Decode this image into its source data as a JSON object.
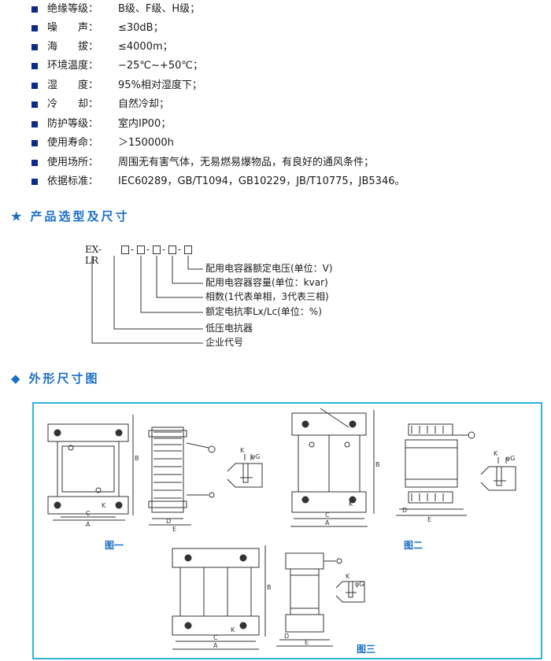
{
  "specs": [
    {
      "label": "绝缘等级：",
      "value": "B级、F级、H级；"
    },
    {
      "label": "噪　　声：",
      "value": "≤30dB；"
    },
    {
      "label": "海　　拔：",
      "value": "≤4000m；"
    },
    {
      "label": "环境温度：",
      "value": "−25℃~+50℃；"
    },
    {
      "label": "湿　　度：",
      "value": "95%相对湿度下；"
    },
    {
      "label": "冷　　却：",
      "value": "自然冷却；"
    },
    {
      "label": "防护等级：",
      "value": "室内IP00；"
    },
    {
      "label": "使用寿命：",
      "value": "＞150000h"
    },
    {
      "label": "使用场所：",
      "value": "周围无有害气体，无易燃易爆物品，有良好的通风条件；"
    },
    {
      "label": "依据标准：",
      "value": "IEC60289，GB/T1094，GB10229，JB/T10775，JB5346。"
    }
  ],
  "section1": {
    "icon": "★",
    "title": "产品选型及尺寸"
  },
  "model": {
    "prefix": "EX-LR",
    "descriptions": [
      "配用电容器额定电压(单位：V)",
      "配用电容器容量(单位：kvar)",
      "相数(1代表单相，3代表三相)",
      "额定电抗率Lx/Lc(单位：%)",
      "低压电抗器",
      "企业代号"
    ]
  },
  "section2": {
    "icon": "◆",
    "title": "外形尺寸图"
  },
  "figures": {
    "fig1": "图一",
    "fig2": "图二",
    "fig3": "图三"
  },
  "dims": {
    "A": "A",
    "B": "B",
    "C": "C",
    "D": "D",
    "E": "E",
    "K": "K",
    "G": "φG"
  },
  "colors": {
    "accent": "#1a6fc6",
    "bullet": "#0b2a8a",
    "frame": "#2fb4d8"
  }
}
